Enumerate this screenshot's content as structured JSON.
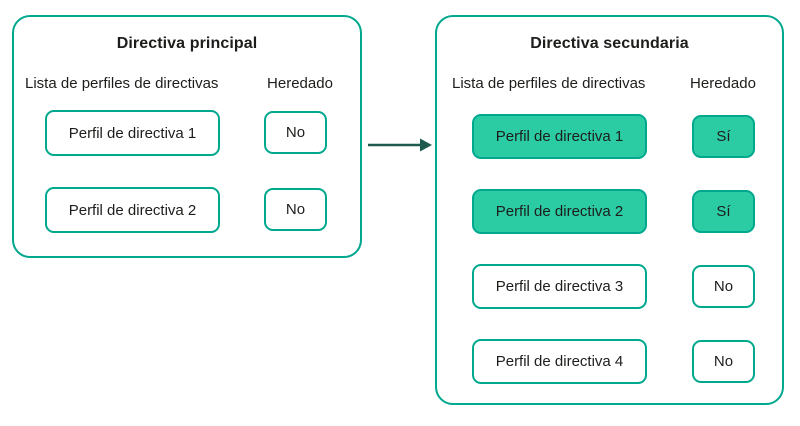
{
  "colors": {
    "accent_border": "#00A88E",
    "accent_fill": "#2BCBA4",
    "arrow": "#1E5B4E",
    "text": "#1D1D1B"
  },
  "panels": [
    {
      "title": "Directiva principal",
      "profiles_column_label": "Lista de perfiles de directivas",
      "inherited_column_label": "Heredado",
      "rows": [
        {
          "profile": "Perfil de directiva 1",
          "inherited": "No",
          "highlighted": false
        },
        {
          "profile": "Perfil de directiva 2",
          "inherited": "No",
          "highlighted": false
        }
      ]
    },
    {
      "title": "Directiva secundaria",
      "profiles_column_label": "Lista de perfiles de directivas",
      "inherited_column_label": "Heredado",
      "rows": [
        {
          "profile": "Perfil de directiva 1",
          "inherited": "Sí",
          "highlighted": true
        },
        {
          "profile": "Perfil de directiva 2",
          "inherited": "Sí",
          "highlighted": true
        },
        {
          "profile": "Perfil de directiva 3",
          "inherited": "No",
          "highlighted": false
        },
        {
          "profile": "Perfil de directiva 4",
          "inherited": "No",
          "highlighted": false
        }
      ]
    }
  ]
}
